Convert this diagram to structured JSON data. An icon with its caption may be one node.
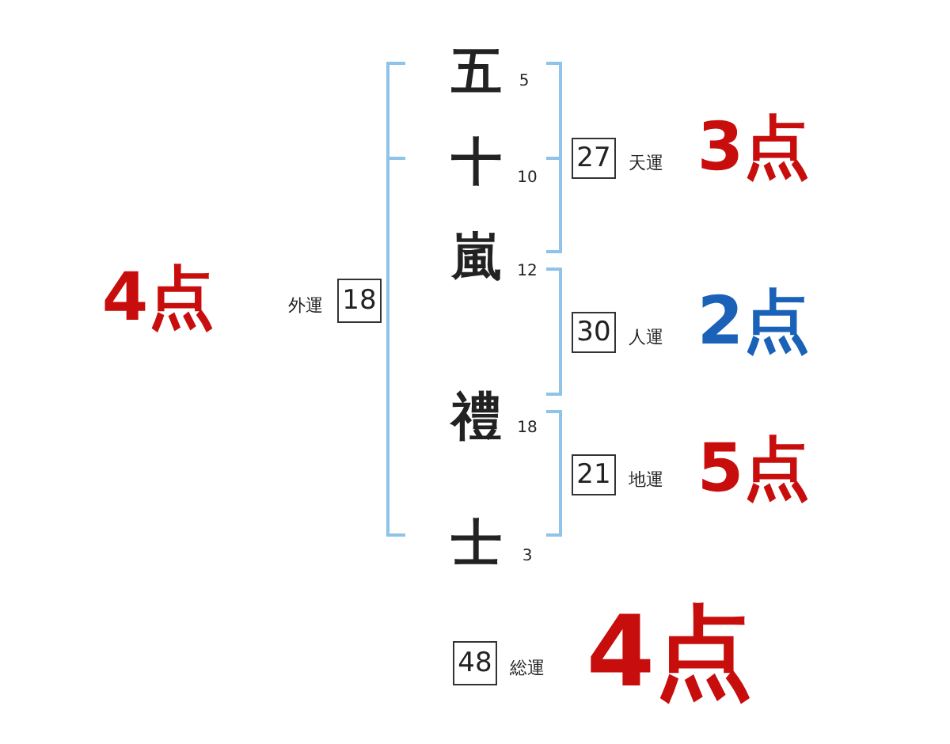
{
  "diagram": {
    "nodes": [
      {
        "text": [
          "27"
        ],
        "beside": [
          "天運",
          "3点"
        ]
      },
      {
        "text": [
          "18"
        ],
        "beside": [
          "外運",
          "4点"
        ]
      },
      {
        "text": [
          "30"
        ],
        "beside": [
          "人運",
          "2点"
        ]
      },
      {
        "text": [
          "21"
        ],
        "beside": [
          "地運",
          "5点"
        ]
      },
      {
        "text": [
          "48"
        ],
        "beside": [
          "総運",
          "4点"
        ]
      }
    ],
    "labels": [
      "五",
      "5",
      "十",
      "10",
      "嵐",
      "12",
      "禮",
      "18",
      "士",
      "3"
    ]
  }
}
